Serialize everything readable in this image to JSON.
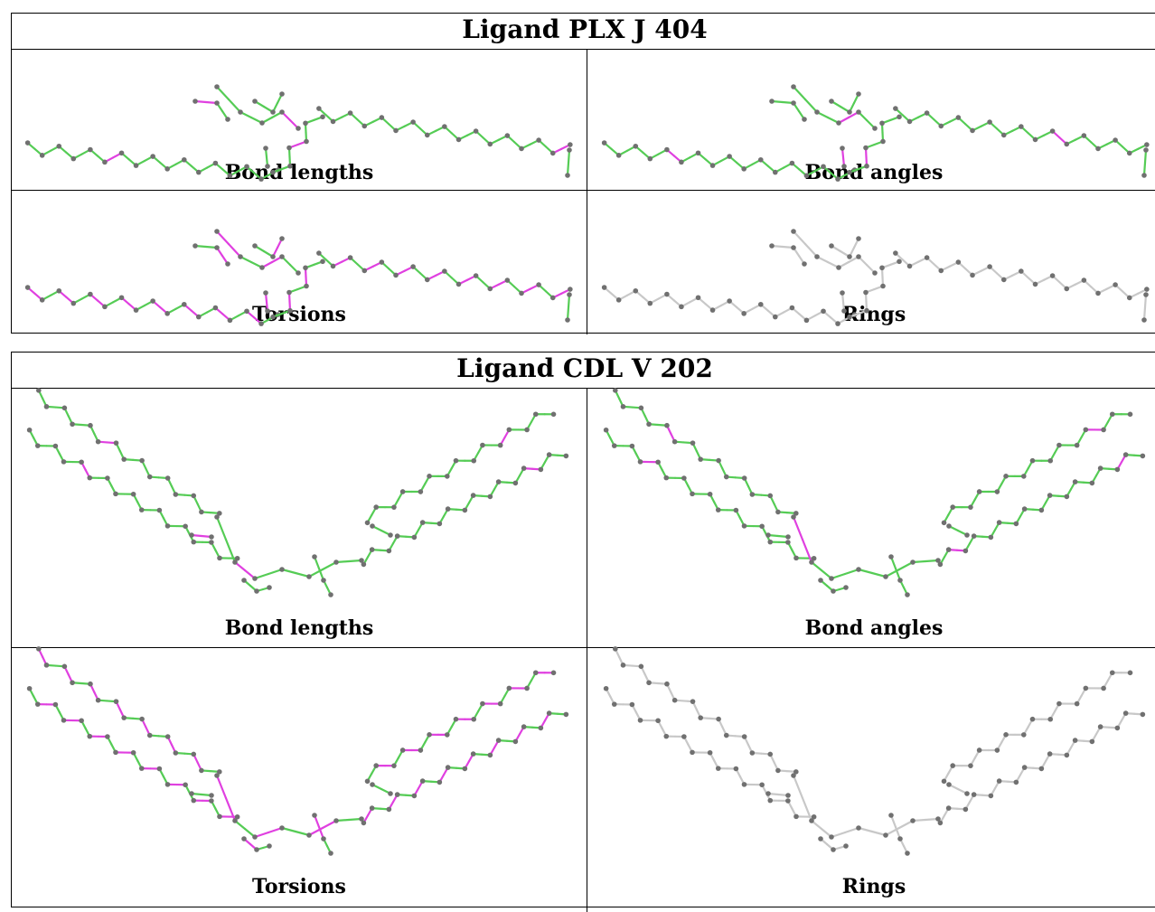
{
  "figures": [
    {
      "title": "Ligand PLX J 404",
      "panels": [
        {
          "caption": "Bond lengths",
          "scheme": "bond_lengths"
        },
        {
          "caption": "Bond angles",
          "scheme": "bond_angles"
        },
        {
          "caption": "Torsions",
          "scheme": "torsions"
        },
        {
          "caption": "Rings",
          "scheme": "rings"
        }
      ]
    },
    {
      "title": "Ligand CDL V 202",
      "panels": [
        {
          "caption": "Bond lengths",
          "scheme": "bond_lengths"
        },
        {
          "caption": "Bond angles",
          "scheme": "bond_angles"
        },
        {
          "caption": "Torsions",
          "scheme": "torsions"
        },
        {
          "caption": "Rings",
          "scheme": "rings"
        }
      ]
    }
  ],
  "colors": {
    "acceptable": "#55cc55",
    "outlier": "#e040e0",
    "not_applicable": "#c8c8c8",
    "atom": "#707070"
  }
}
